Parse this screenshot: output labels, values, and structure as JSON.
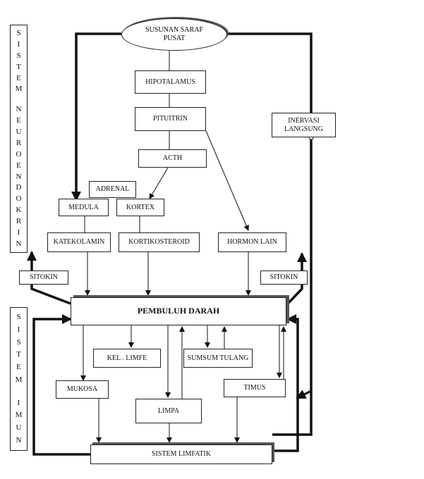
{
  "side_labels": {
    "neuro": "SISTEM NEUROENDOKRIN",
    "imun": "SISTEM IMUN"
  },
  "nodes": {
    "susunan_saraf": "SUSUNAN SARAF\nPUSAT",
    "hipotalamus": "HIPOTALAMUS",
    "pituitrin": "PITUITRIN",
    "acth": "ACTH",
    "adrenal": "ADRENAL",
    "medula": "MEDULA",
    "kortex": "KORTEX",
    "inervasi": "INERVASI\nLANGSUNG",
    "katekolamin": "KATEKOLAMIN",
    "kortikosteroid": "KORTIKOSTEROID",
    "hormon_lain": "HORMON LAIN",
    "sitokin_left": "SITOKIN",
    "sitokin_right": "SITOKIN",
    "pembuluh_darah": "PEMBULUH DARAH",
    "kel_limfe": "KEL . LIMFE",
    "sumsum_tulang": "SUMSUM TULANG",
    "mukosa": "MUKOSA",
    "timus": "TIMUS",
    "limpa": "LIMPA",
    "sistem_limfatik": "SISTEM LIMFATIK"
  },
  "colors": {
    "line": "#111111",
    "shadow": "#555555"
  }
}
